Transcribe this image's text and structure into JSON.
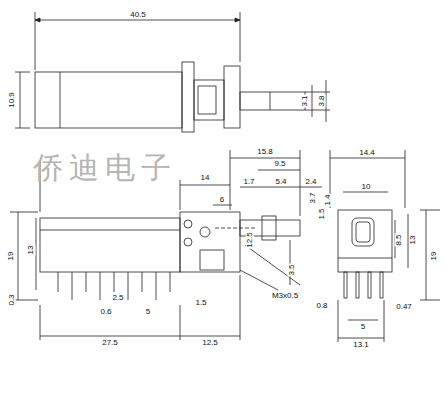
{
  "diagram": {
    "labels": [
      "40.5",
      "10.9",
      "3.1",
      "3.8",
      "侨迪电子",
      "15.8",
      "14",
      "9.5",
      "1.7",
      "5.4",
      "2.4",
      "3.7",
      "1.5",
      "1.4",
      "6",
      "12.5",
      "3.5",
      "M3x0.5",
      "19",
      "13",
      "0.3",
      "2.5",
      "0.6",
      "5",
      "1.5",
      "27.5",
      "12.5",
      "14.4",
      "10",
      "8.5",
      "13",
      "19",
      "0.8",
      "0.47",
      "5",
      "13.1"
    ]
  }
}
